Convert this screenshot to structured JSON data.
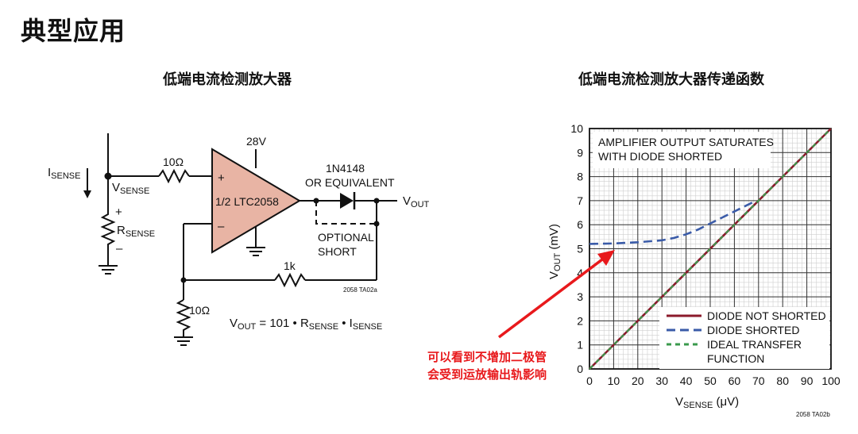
{
  "page_title": "典型应用",
  "circuit": {
    "title": "低端电流检测放大器",
    "i_sense_main": "I",
    "i_sense_sub": "SENSE",
    "v_sense_main": "V",
    "v_sense_sub": "SENSE",
    "r_sense_main": "R",
    "r_sense_sub": "SENSE",
    "plus_sign": "+",
    "minus_sign": "–",
    "r_input": "10Ω",
    "supply": "28V",
    "opamp_plus": "+",
    "opamp_minus": "–",
    "opamp_label": "1/2 LTC2058",
    "diode_part": "1N4148",
    "diode_equiv": "OR EQUIVALENT",
    "optional_line1": "OPTIONAL",
    "optional_line2": "SHORT",
    "vout_main": "V",
    "vout_sub": "OUT",
    "r_feedback": "1k",
    "r_gain": "10Ω",
    "fig_code": "2058 TA02a",
    "equation": {
      "a": "V",
      "a_sub": "OUT",
      "b": " = 101 • R",
      "b_sub": "SENSE",
      "c": " • I",
      "c_sub": "SENSE"
    }
  },
  "chart_data": {
    "type": "line",
    "title": "低端电流检测放大器传递函数",
    "xlabel_main": "V",
    "xlabel_sub": "SENSE",
    "xlabel_unit": " (μV)",
    "ylabel_main": "V",
    "ylabel_sub": "OUT",
    "ylabel_unit": " (mV)",
    "xlim": [
      0,
      100
    ],
    "ylim": [
      0,
      10
    ],
    "x_ticks": [
      0,
      10,
      20,
      30,
      40,
      50,
      60,
      70,
      80,
      90,
      100
    ],
    "y_ticks": [
      0,
      1,
      2,
      3,
      4,
      5,
      6,
      7,
      8,
      9,
      10
    ],
    "grid": true,
    "annotation_line1": "AMPLIFIER OUTPUT SATURATES",
    "annotation_line2": "WITH DIODE SHORTED",
    "fig_code": "2058 TA02b",
    "legend_position": "bottom-right",
    "series": [
      {
        "name": "DIODE NOT SHORTED",
        "color": "#8b1a2b",
        "style": "solid",
        "x": [
          0,
          100
        ],
        "y": [
          0,
          10
        ]
      },
      {
        "name": "DIODE SHORTED",
        "color": "#3a5ba8",
        "style": "dashed",
        "x": [
          0,
          10,
          20,
          30,
          35,
          40,
          45,
          50,
          55,
          60,
          65,
          68
        ],
        "y": [
          5.2,
          5.22,
          5.27,
          5.35,
          5.45,
          5.6,
          5.8,
          6.05,
          6.3,
          6.55,
          6.8,
          6.95
        ]
      },
      {
        "name": "IDEAL TRANSFER",
        "name2": "FUNCTION",
        "color": "#3a9a4c",
        "style": "dashed",
        "x": [
          0,
          100
        ],
        "y": [
          0,
          10
        ]
      }
    ]
  },
  "callout": {
    "line1": "可以看到不增加二极管",
    "line2": "会受到运放输出轨影响",
    "color": "#e8191c"
  }
}
